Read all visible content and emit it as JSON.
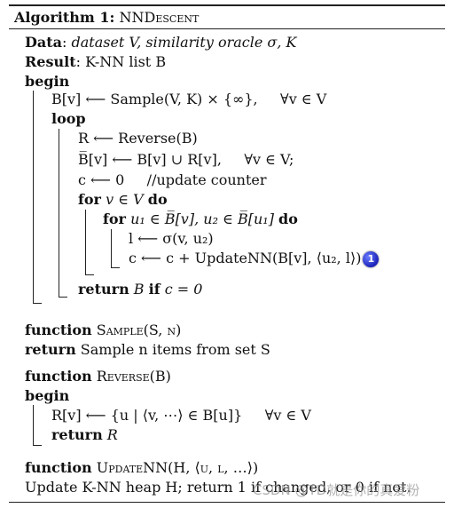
{
  "algorithm": {
    "label": "Algorithm 1:",
    "name": "NNDescent"
  },
  "lines": {
    "data": "dataset V, similarity oracle σ, K",
    "data_kw": "Data",
    "result_kw": "Result",
    "result": "K-NN list B",
    "begin": "begin",
    "init": "B[v] ⟵ Sample(V, K) × {∞},     ∀v ∈ V",
    "loop": "loop",
    "reverse": "R ⟵ Reverse(B)",
    "union": "B̅[v] ⟵ B[v] ∪ R[v],     ∀v ∈ V;",
    "counter": "c ⟵ 0     //update counter",
    "for_v_kw": "for",
    "for_v": " v ∈ V ",
    "do1": "do",
    "for_u_kw": "for",
    "for_u": " u₁ ∈ B̅[v], u₂ ∈ B̅[u₁] ",
    "do2": "do",
    "sim": "l ⟵ σ(v, u₂)",
    "update": "c ⟵ c + UpdateNN(B[v], ⟨u₂, l⟩)",
    "return_kw": "return",
    "return_rest": " B ",
    "if_kw": "if",
    "return_cond": " c = 0",
    "func_kw": "function",
    "sample_sig": " Sample(S, n)",
    "sample_ret_kw": "return",
    "sample_ret": " Sample n items from set S",
    "reverse_sig": " Reverse(B)",
    "begin2": "begin",
    "reverse_body": "R[v] ⟵ {u | ⟨v, ⋯⟩ ∈ B[u]}     ∀v ∈ V",
    "reverse_ret_kw": "return",
    "reverse_ret": " R",
    "update_sig": " UpdateNN(H, ⟨u, l, …⟩)",
    "update_body": "Update K-NN heap H; return 1 if changed, or 0 if not."
  },
  "badge": "1",
  "watermark": "CSDN @TD就是你的真爱粉"
}
